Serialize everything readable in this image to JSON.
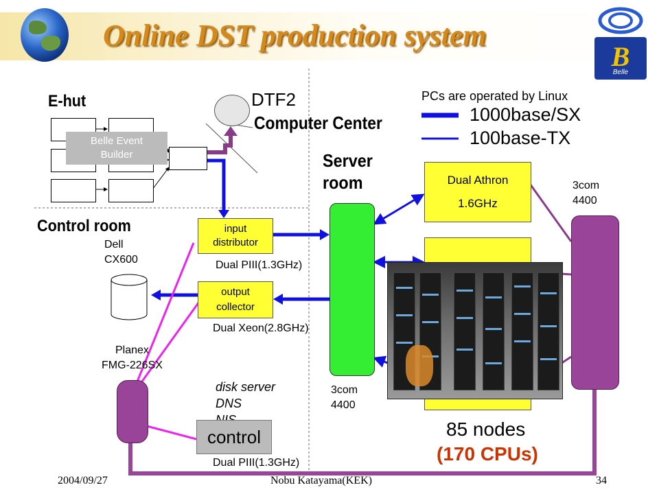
{
  "title": "Online DST production system",
  "logo_text": "Belle",
  "labels": {
    "ehut": "E-hut",
    "control_room": "Control room",
    "dtf2": "DTF2",
    "computer_center": "Computer Center",
    "server_room_1": "Server",
    "server_room_2": "room",
    "pcs_linux": "PCs are operated by Linux",
    "legend_1000": "1000base/SX",
    "legend_100": "100base-TX",
    "belle_event_builder_1": "Belle Event",
    "belle_event_builder_2": "Builder",
    "input_distributor_1": "input",
    "input_distributor_2": "distributor",
    "output_collector_1": "output",
    "output_collector_2": "collector",
    "dual_piii_input": "Dual PIII(1.3GHz)",
    "dual_xeon": "Dual Xeon(2.8GHz)",
    "dell_1": "Dell",
    "dell_2": "CX600",
    "planex_1": "Planex",
    "planex_2": "FMG-226SX",
    "disk_server": "disk server",
    "dns": "DNS",
    "nis": "NIS",
    "control": "control",
    "dual_piii_control": "Dual PIII(1.3GHz)",
    "com3_center_1": "3com",
    "com3_center_2": "4400",
    "com3_right_1": "3com",
    "com3_right_2": "4400",
    "dual_athron_1": "Dual Athron",
    "dual_athron_2": "1.6GHz",
    "nodes": "85 nodes",
    "cpus": "(170 CPUs)"
  },
  "footer": {
    "date": "2004/09/27",
    "author": "Nobu Katayama(KEK)",
    "page": "34"
  },
  "colors": {
    "title": "#d4891a",
    "fiber": "#1010e0",
    "purple_link": "#8b3a8b",
    "magenta_link": "#ee22ee",
    "switch_green": "#33ee33",
    "switch_purple": "#994499",
    "yellow_box": "#ffff33",
    "gray_box": "#bbbbbb",
    "cpus_text": "#cc3300"
  }
}
